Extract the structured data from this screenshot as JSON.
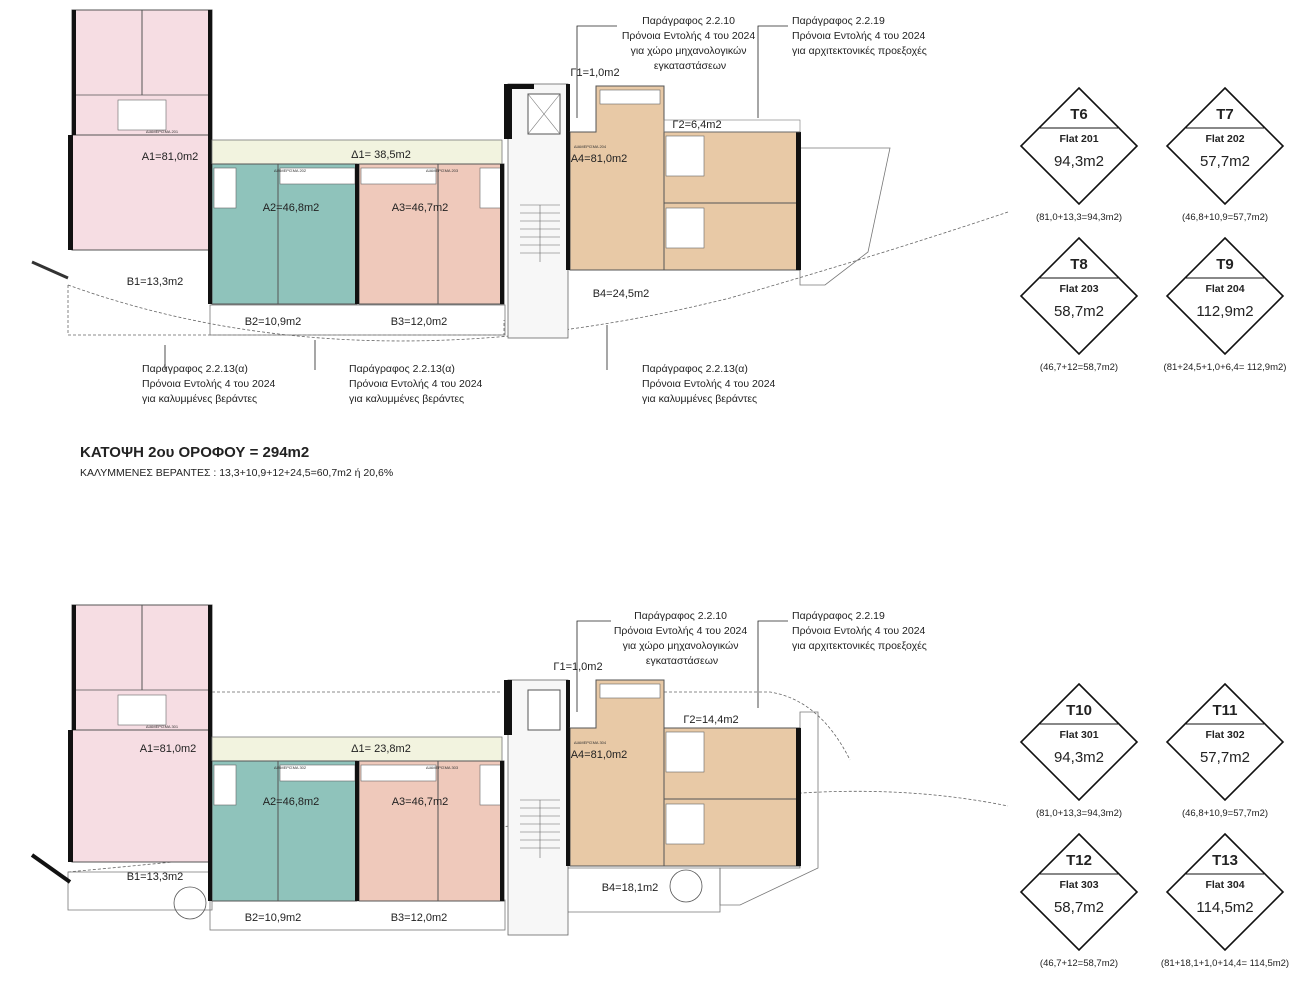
{
  "floor2": {
    "areas": {
      "a1": "A1=81,0m2",
      "a2": "A2=46,8m2",
      "a3": "A3=46,7m2",
      "a4": "A4=81,0m2",
      "b1": "B1=13,3m2",
      "b2": "B2=10,9m2",
      "b3": "B3=12,0m2",
      "b4": "B4=24,5m2",
      "d1": "Δ1= 38,5m2",
      "g1": "Γ1=1,0m2",
      "g2": "Γ2=6,4m2"
    },
    "tags": {
      "a1": "ΔΙΑΜΕΡΙΣΜΑ 201",
      "a2": "ΔΙΑΜΕΡΙΣΜΑ 202",
      "a3": "ΔΙΑΜΕΡΙΣΜΑ 203",
      "a4": "ΔΙΑΜΕΡΙΣΜΑ 204"
    },
    "notes": {
      "n1": [
        "Παράγραφος 2.2.10",
        "Πρόνοια Εντολής 4 του 2024",
        "για χώρο μηχανολογικών",
        "εγκαταστάσεων"
      ],
      "n2": [
        "Παράγραφος 2.2.19",
        "Πρόνοια Εντολής 4 του 2024",
        "για αρχιτεκτονικές προεξοχές"
      ],
      "n3": [
        "Παράγραφος 2.2.13(α)",
        "Πρόνοια Εντολής 4 του 2024",
        "για καλυμμένες βεράντες"
      ],
      "n4": [
        "Παράγραφος 2.2.13(α)",
        "Πρόνοια Εντολής 4 του 2024",
        "για καλυμμένες βεράντες"
      ],
      "n5": [
        "Παράγραφος 2.2.13(α)",
        "Πρόνοια Εντολής 4 του 2024",
        "για καλυμμένες βεράντες"
      ]
    },
    "title": "ΚΑΤΟΨΗ 2ου ΟΡΟΦΟΥ = 294m2",
    "subtitle": "ΚΑΛΥΜΜΕΝΕΣ ΒΕΡΑΝΤΕΣ : 13,3+10,9+12+24,5=60,7m2 ή 20,6%",
    "flats": [
      {
        "tag": "T6",
        "name": "Flat 201",
        "area": "94,3m2",
        "calc": "(81,0+13,3=94,3m2)"
      },
      {
        "tag": "T7",
        "name": "Flat 202",
        "area": "57,7m2",
        "calc": "(46,8+10,9=57,7m2)"
      },
      {
        "tag": "T8",
        "name": "Flat 203",
        "area": "58,7m2",
        "calc": "(46,7+12=58,7m2)"
      },
      {
        "tag": "T9",
        "name": "Flat 204",
        "area": "112,9m2",
        "calc": "(81+24,5+1,0+6,4= 112,9m2)"
      }
    ]
  },
  "floor3": {
    "areas": {
      "a1": "A1=81,0m2",
      "a2": "A2=46,8m2",
      "a3": "A3=46,7m2",
      "a4": "A4=81,0m2",
      "b1": "B1=13,3m2",
      "b2": "B2=10,9m2",
      "b3": "B3=12,0m2",
      "b4": "B4=18,1m2",
      "d1": "Δ1= 23,8m2",
      "g1": "Γ1=1,0m2",
      "g2": "Γ2=14,4m2"
    },
    "tags": {
      "a1": "ΔΙΑΜΕΡΙΣΜΑ 301",
      "a2": "ΔΙΑΜΕΡΙΣΜΑ 302",
      "a3": "ΔΙΑΜΕΡΙΣΜΑ 303",
      "a4": "ΔΙΑΜΕΡΙΣΜΑ 304"
    },
    "notes": {
      "n1": [
        "Παράγραφος 2.2.10",
        "Πρόνοια Εντολής 4 του 2024",
        "για χώρο μηχανολογικών",
        "εγκαταστάσεων"
      ],
      "n2": [
        "Παράγραφος 2.2.19",
        "Πρόνοια Εντολής 4 του 2024",
        "για αρχιτεκτονικές προεξοχές"
      ]
    },
    "flats": [
      {
        "tag": "T10",
        "name": "Flat 301",
        "area": "94,3m2",
        "calc": "(81,0+13,3=94,3m2)"
      },
      {
        "tag": "T11",
        "name": "Flat 302",
        "area": "57,7m2",
        "calc": "(46,8+10,9=57,7m2)"
      },
      {
        "tag": "T12",
        "name": "Flat 303",
        "area": "58,7m2",
        "calc": "(46,7+12=58,7m2)"
      },
      {
        "tag": "T13",
        "name": "Flat 304",
        "area": "114,5m2",
        "calc": "(81+18,1+1,0+14,4= 114,5m2)"
      }
    ]
  },
  "colors": {
    "apt1": "#f6dde3",
    "apt2": "#8fc3bb",
    "apt3": "#efc9bb",
    "apt4": "#e8c9a6",
    "corridor": "#f2f3df",
    "core": "#f7f7f7"
  }
}
